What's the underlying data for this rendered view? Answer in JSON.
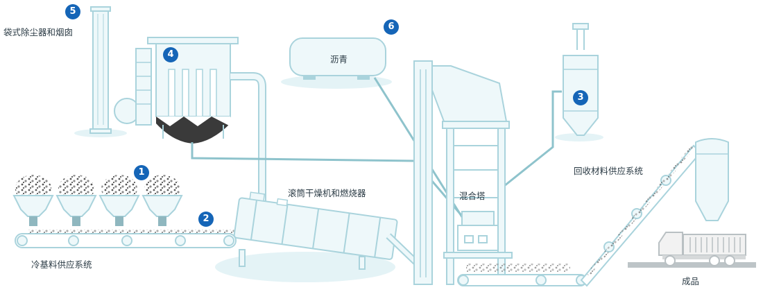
{
  "colors": {
    "outline": "#a9d3dc",
    "fill_light": "#eef8fa",
    "fill_mid": "#d9eef3",
    "connector": "#8ec3cc",
    "badge": "#1565b7",
    "hopper_dark": "#3a3a3a",
    "text": "#2a3a44"
  },
  "badges": [
    "1",
    "2",
    "3",
    "4",
    "5",
    "6"
  ],
  "labels": {
    "baghouse": "袋式除尘器和烟囱",
    "asphalt": "沥青",
    "cold_feed": "冷基料供应系统",
    "dryer": "滚筒干燥机和燃烧器",
    "mixing_tower": "混合塔",
    "recycled": "回收材料供应系统",
    "product": "成品"
  }
}
